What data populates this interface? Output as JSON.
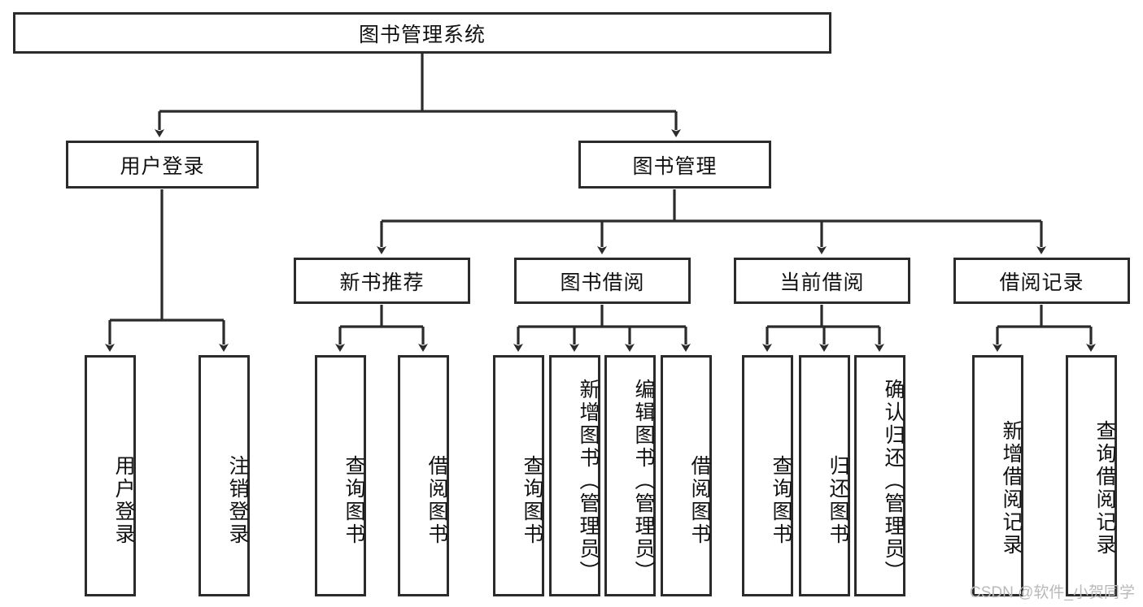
{
  "diagram": {
    "type": "tree-hierarchy",
    "title": "图书管理系统",
    "watermark": "CSDN @软件_小贺同学",
    "colors": {
      "stroke": "#2b2b2b",
      "fill": "#ffffff",
      "text": "#111111",
      "watermark": "#b9b9b9"
    },
    "levels": {
      "root": {
        "label": "图书管理系统"
      },
      "level2": [
        {
          "id": "user-login",
          "label": "用户登录"
        },
        {
          "id": "book-management",
          "label": "图书管理"
        }
      ],
      "level3": [
        {
          "id": "new-book-recommend",
          "label": "新书推荐",
          "parent": "book-management"
        },
        {
          "id": "book-borrow",
          "label": "图书借阅",
          "parent": "book-management"
        },
        {
          "id": "current-borrow",
          "label": "当前借阅",
          "parent": "book-management"
        },
        {
          "id": "borrow-record",
          "label": "借阅记录",
          "parent": "book-management"
        }
      ],
      "leaves": [
        {
          "id": "leaf-user-login",
          "label": "用户登录",
          "parent": "user-login"
        },
        {
          "id": "leaf-logout-login",
          "label": "注销登录",
          "parent": "user-login"
        },
        {
          "id": "leaf-query-book-1",
          "label": "查询图书",
          "parent": "new-book-recommend"
        },
        {
          "id": "leaf-borrow-book-1",
          "label": "借阅图书",
          "parent": "new-book-recommend"
        },
        {
          "id": "leaf-query-book-2",
          "label": "查询图书",
          "parent": "book-borrow"
        },
        {
          "id": "leaf-add-book",
          "label": "新增图书（管理员）",
          "parent": "book-borrow"
        },
        {
          "id": "leaf-edit-book",
          "label": "编辑图书（管理员）",
          "parent": "book-borrow"
        },
        {
          "id": "leaf-borrow-book-2",
          "label": "借阅图书",
          "parent": "book-borrow"
        },
        {
          "id": "leaf-query-book-3",
          "label": "查询图书",
          "parent": "current-borrow"
        },
        {
          "id": "leaf-return-book",
          "label": "归还图书",
          "parent": "current-borrow"
        },
        {
          "id": "leaf-confirm-return",
          "label": "确认归还（管理员）",
          "parent": "current-borrow"
        },
        {
          "id": "leaf-add-record",
          "label": "新增借阅记录",
          "parent": "borrow-record"
        },
        {
          "id": "leaf-query-record",
          "label": "查询借阅记录",
          "parent": "borrow-record"
        }
      ]
    }
  }
}
